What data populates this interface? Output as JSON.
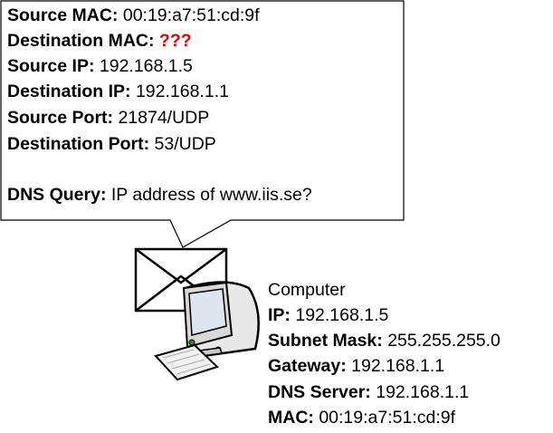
{
  "packet": {
    "source_mac": {
      "label": "Source MAC:",
      "value": "00:19:a7:51:cd:9f"
    },
    "destination_mac": {
      "label": "Destination MAC:",
      "value": "???"
    },
    "source_ip": {
      "label": "Source IP:",
      "value": "192.168.1.5"
    },
    "destination_ip": {
      "label": "Destination IP:",
      "value": "192.168.1.1"
    },
    "source_port": {
      "label": "Source Port:",
      "value": "21874/UDP"
    },
    "destination_port": {
      "label": "Destination Port:",
      "value": "53/UDP"
    },
    "dns_query": {
      "label": "DNS Query:",
      "value": "IP address of www.iis.se?"
    }
  },
  "computer": {
    "title": "Computer",
    "ip": {
      "label": "IP:",
      "value": "192.168.1.5"
    },
    "subnet": {
      "label": "Subnet Mask:",
      "value": "255.255.255.0"
    },
    "gateway": {
      "label": "Gateway:",
      "value": "192.168.1.1"
    },
    "dns": {
      "label": "DNS Server:",
      "value": "192.168.1.1"
    },
    "mac": {
      "label": "MAC:",
      "value": "00:19:a7:51:cd:9f"
    }
  }
}
